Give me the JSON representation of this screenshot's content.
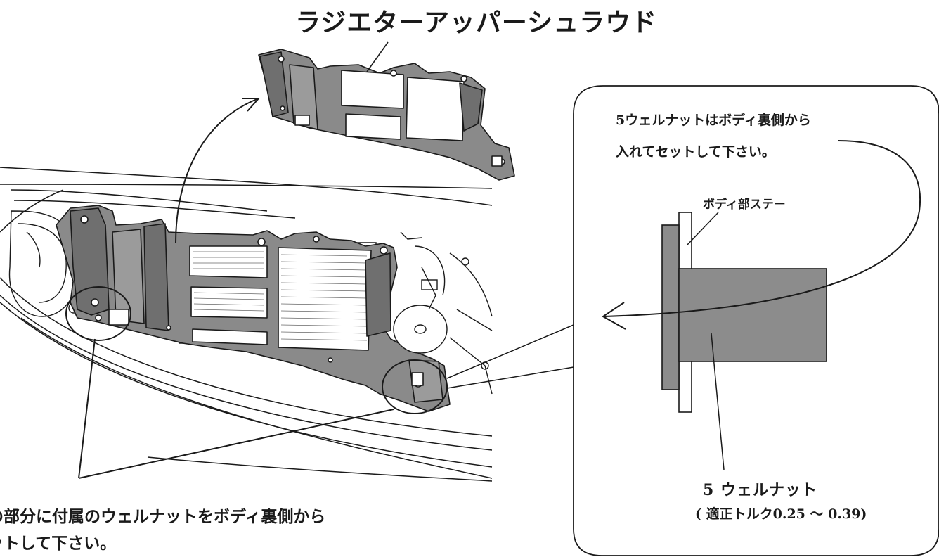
{
  "title": "ラジエターアッパーシュラウド",
  "callout": {
    "note_line1": "5ウェルナットはボディ裏側から",
    "note_line2": "入れてセットして下さい。",
    "stay_label": "ボディ部ステー",
    "nut_label": "5 ウェルナット",
    "torque_label": "( 適正トルク0.25 ～ 0.39)"
  },
  "bottom_note": {
    "line1": "の部分に付属のウェルナットをボディ裏側から",
    "line2": "ットして下さい。"
  },
  "colors": {
    "ink": "#1a1a1a",
    "part_fill": "#8a8a8a",
    "part_dark": "#6f6f6f",
    "nut_fill": "#8c8c8c",
    "stay_fill": "#ffffff"
  }
}
